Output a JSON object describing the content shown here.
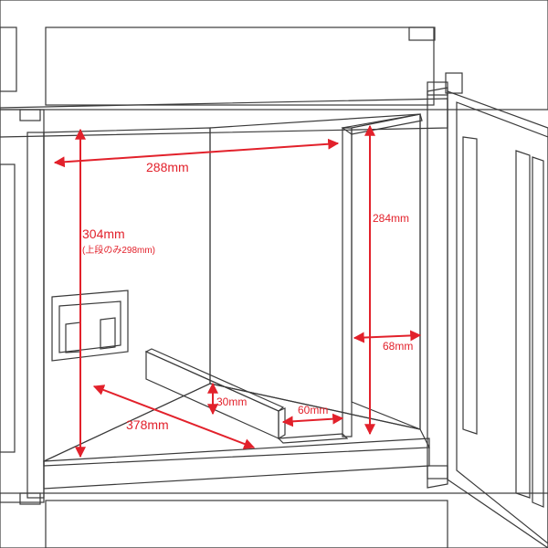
{
  "dimensions": {
    "width_top": "288mm",
    "height_left": "304mm",
    "height_left_note": "(上段のみ298mm)",
    "height_right": "284mm",
    "depth_side": "68mm",
    "depth_bottom": "378mm",
    "plate_height": "30mm",
    "plate_width": "60mm"
  },
  "colors": {
    "dimension": "#e2212b",
    "frame": "#bdbdbd",
    "wall_dark": "#9e9e9e",
    "wall_light": "#e6e6e6",
    "floor": "#f2f2f2"
  }
}
